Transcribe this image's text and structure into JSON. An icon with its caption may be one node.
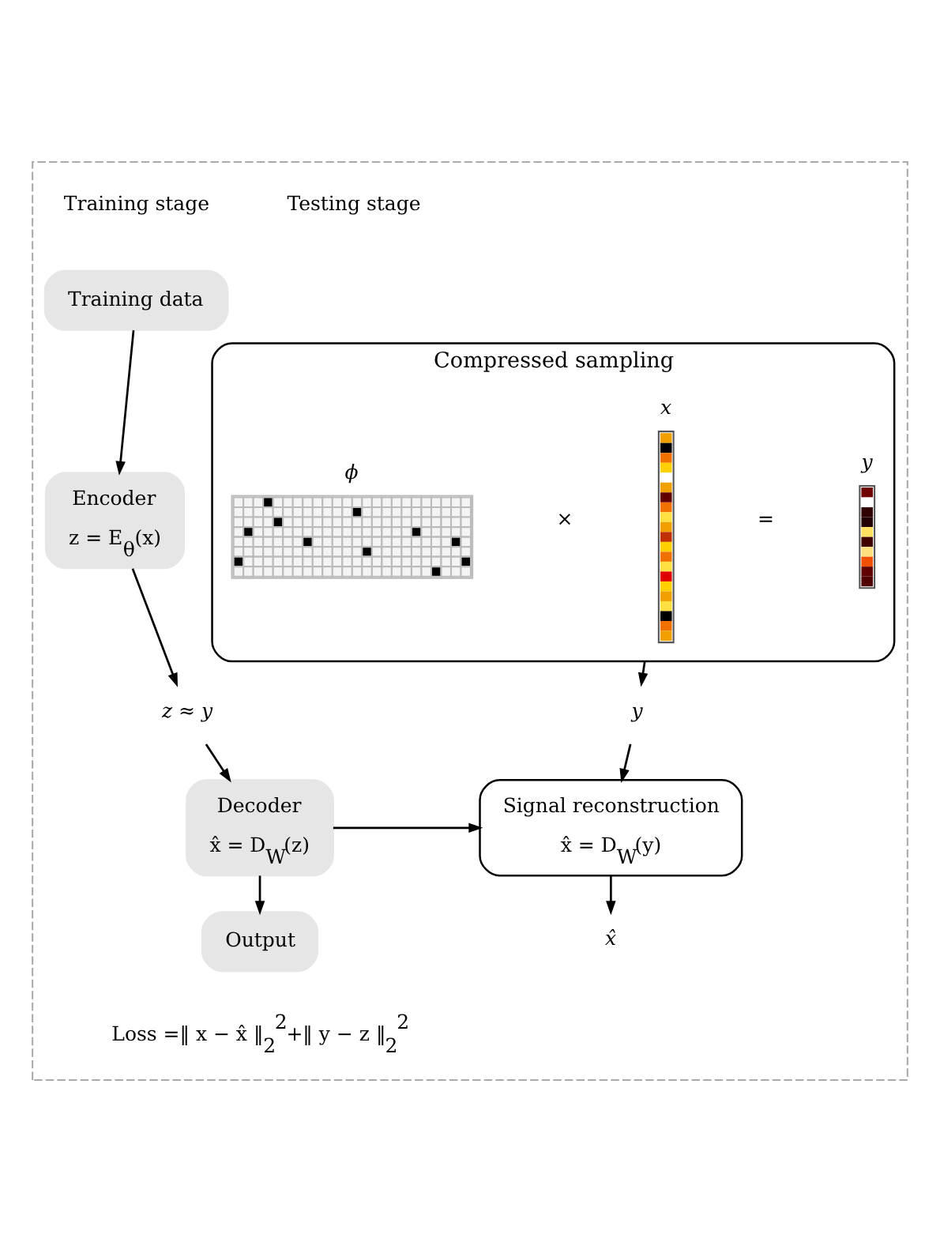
{
  "diagram": {
    "nodes": [
      {
        "text": [],
        "shape": "box"
      },
      {
        "text": [
          "Training data"
        ],
        "in": 0
      },
      {
        "text": [
          "Encoder",
          "z = E$_{θ}$(x)"
        ],
        "in": 0
      },
      {
        "text": [
          "z ≈ y"
        ],
        "in": 0
      },
      {
        "text": [
          "Decoder",
          "x̂ = D$_{W}$(z)"
        ],
        "in": 0
      },
      {
        "text": [
          "Output"
        ],
        "in": 0
      },
      {
        "text": [
          "Compressed sampling"
        ],
        "in": 0
      },
      {
        "text": [],
        "shape": "picture",
        "in": 6,
        "beside": [
          "ϕ"
        ]
      },
      {
        "text": [],
        "shape": "picture",
        "in": 6,
        "beside": [
          "x"
        ]
      },
      {
        "text": [],
        "shape": "picture",
        "in": 6,
        "beside": [
          "y"
        ]
      },
      {
        "text": [
          "y"
        ],
        "in": 0
      },
      {
        "text": [
          "Signal reconstruction",
          "x̂ = D$_{W}$(y)"
        ],
        "in": 0
      },
      {
        "text": [
          "x̂"
        ],
        "in": 0
      }
    ],
    "edges": [
      {
        "from": 1,
        "to": 2,
        "arrow": "to"
      },
      {
        "from": 2,
        "to": 3,
        "arrow": "to"
      },
      {
        "from": 3,
        "to": 4,
        "arrow": "to"
      },
      {
        "from": 4,
        "to": 5,
        "arrow": "to"
      },
      {
        "from": 6,
        "to": 10,
        "arrow": "to"
      },
      {
        "from": 10,
        "to": 11,
        "arrow": "to"
      },
      {
        "from": 4,
        "to": 11,
        "arrow": "to"
      },
      {
        "from": 11,
        "to": 12,
        "arrow": "to"
      }
    ],
    "labels": [
      "Training stage",
      "Testing stage",
      "×",
      "=",
      "Loss =‖ x − x̂ ‖$_{2}$$^{2}$+‖ y − z ‖$_{2}$$^{2}$"
    ]
  }
}
